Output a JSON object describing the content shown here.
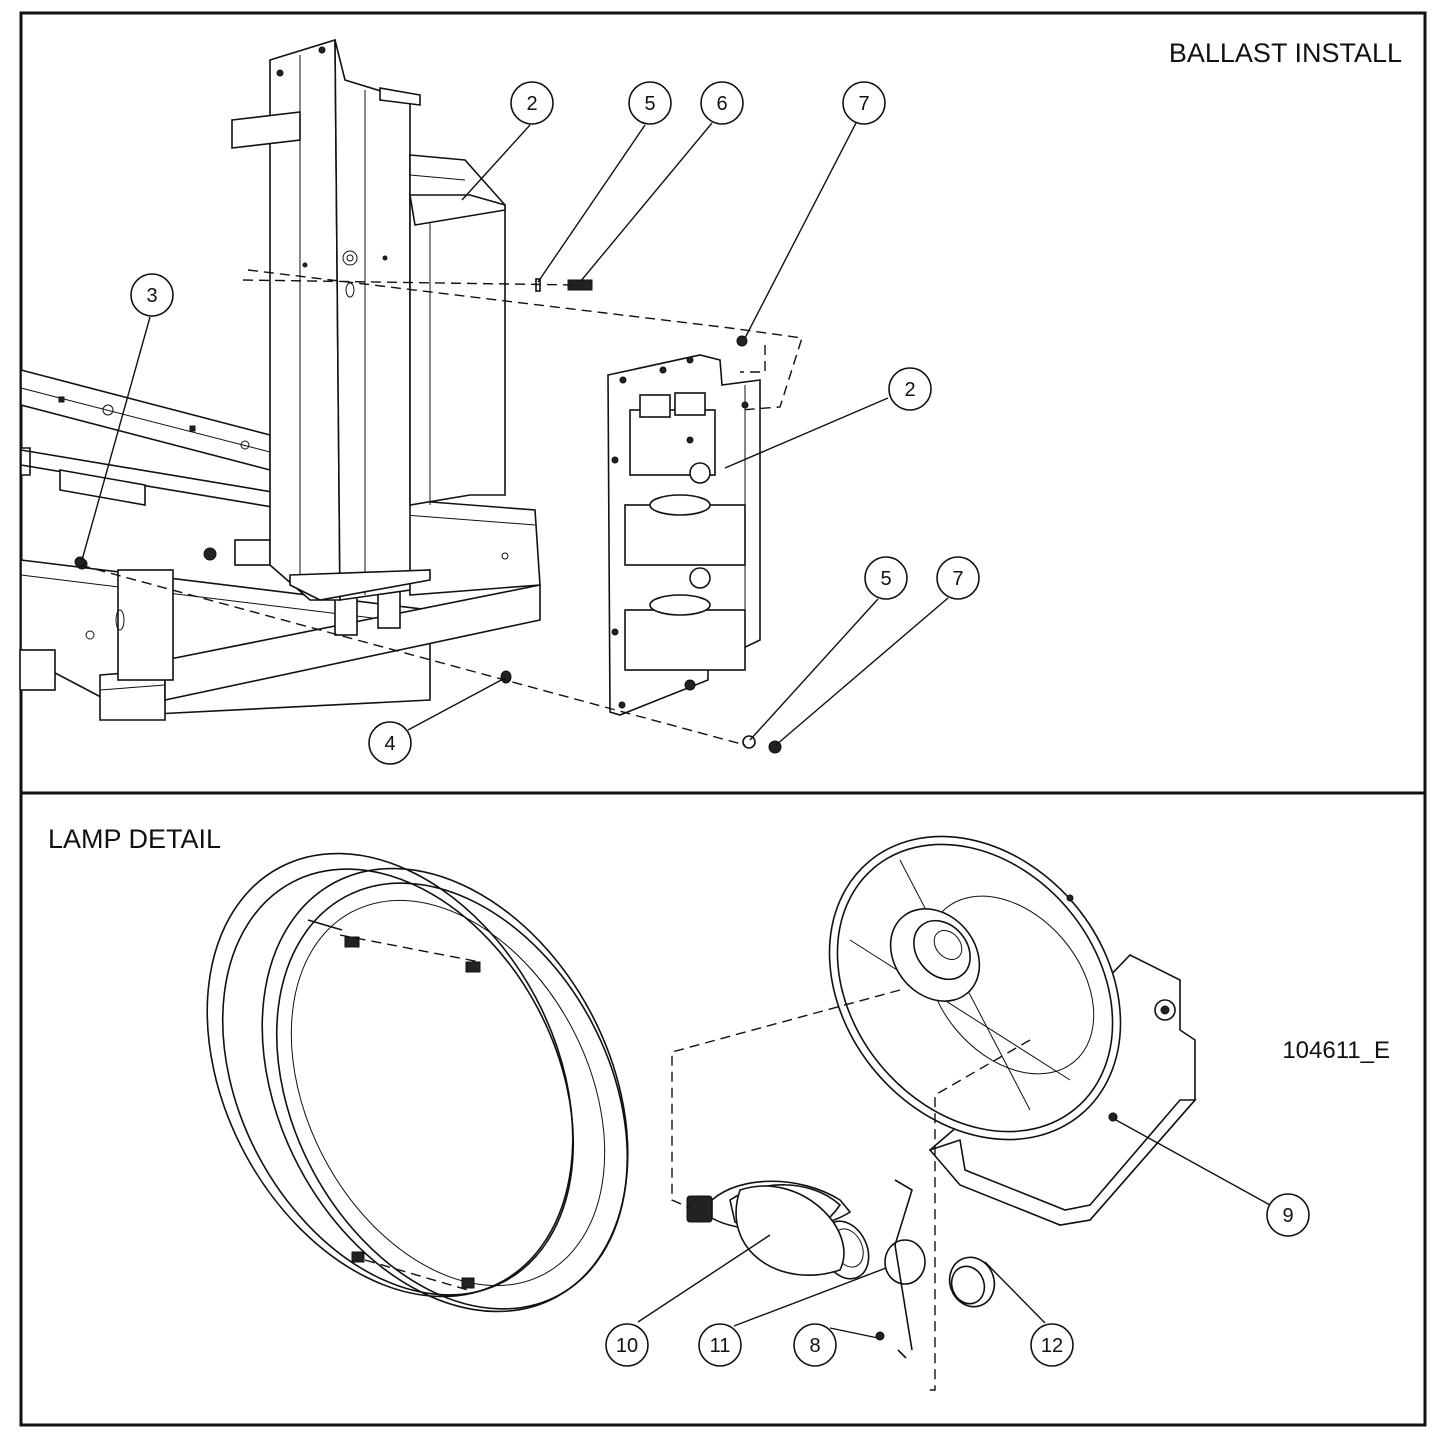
{
  "panels": {
    "top_title": "BALLAST INSTALL",
    "bottom_title": "LAMP DETAIL",
    "drawing_number": "104611_E"
  },
  "callouts": [
    {
      "id": "c-top-2",
      "label": "2"
    },
    {
      "id": "c-top-5",
      "label": "5"
    },
    {
      "id": "c-top-6",
      "label": "6"
    },
    {
      "id": "c-top-7",
      "label": "7"
    },
    {
      "id": "c-top-3",
      "label": "3"
    },
    {
      "id": "c-mid-2",
      "label": "2"
    },
    {
      "id": "c-mid-5",
      "label": "5"
    },
    {
      "id": "c-mid-7",
      "label": "7"
    },
    {
      "id": "c-top-4",
      "label": "4"
    },
    {
      "id": "c-bot-9",
      "label": "9"
    },
    {
      "id": "c-bot-10",
      "label": "10"
    },
    {
      "id": "c-bot-11",
      "label": "11"
    },
    {
      "id": "c-bot-8",
      "label": "8"
    },
    {
      "id": "c-bot-12",
      "label": "12"
    }
  ],
  "colors": {
    "line": "#111111",
    "background": "#ffffff"
  }
}
